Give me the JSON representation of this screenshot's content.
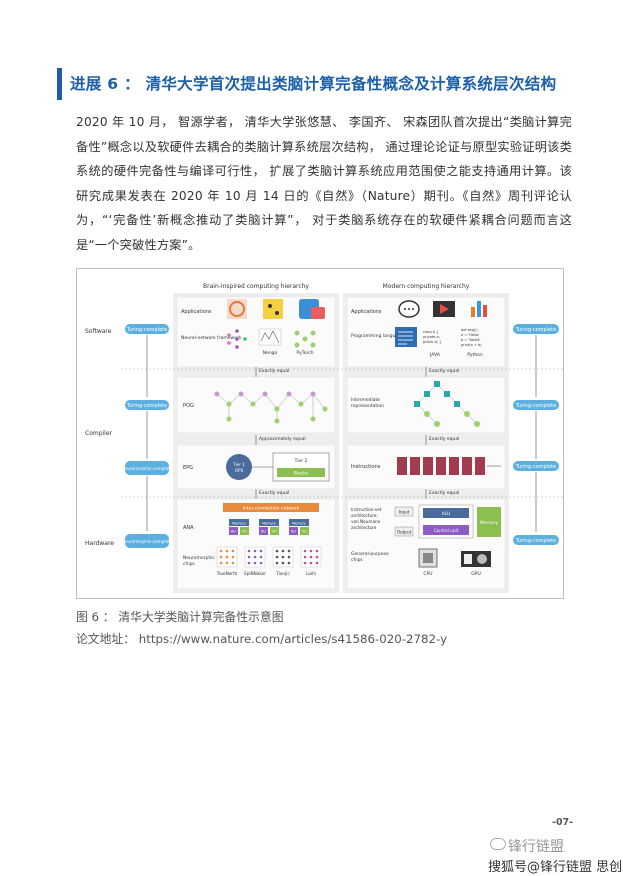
{
  "heading": "进展 6 ： 清华大学首次提出类脑计算完备性概念及计算系统层次结构",
  "paragraph": "2020 年 10 月， 智源学者， 清华大学张悠慧、 李国齐、 宋森团队首次提出“类脑计算完备性”概念以及软硬件去耦合的类脑计算系统层次结构， 通过理论论证与原型实验证明该类系统的硬件完备性与编译可行性， 扩展了类脑计算系统应用范围使之能支持通用计算。该研究成果发表在 2020 年 10 月 14 日的《自然》（Nature）期刊。《自然》周刊评论认为，“‘完备性’新概念推动了类脑计算”， 对于类脑系统存在的软硬件紧耦合问题而言这是“一个突破性方案”。",
  "figure": {
    "left_title": "Brain-inspired computing hierarchy",
    "right_title": "Modern computing hierarchy",
    "layers": {
      "software": "Software",
      "compiler": "Compiler",
      "hardware": "Hardware"
    },
    "left_badges": [
      "Turing-complete",
      "Turing-complete",
      "Neuromorphic-complete",
      "Neuromorphic-complete"
    ],
    "right_badges": [
      "Turing-complete",
      "Turing-complete",
      "Turing-complete",
      "Turing-complete"
    ],
    "equal_labels": [
      "Exactly equal",
      "Exactly equal",
      "Approximately equal",
      "Exactly equal",
      "Exactly equal",
      "Exactly equal"
    ],
    "left_rows": {
      "applications": "Applications",
      "nn_framework": "Neural-network framework",
      "nengo": "Nengo",
      "pytorch": "PyTorch",
      "pog": "POG",
      "epg": "EPG",
      "tier1": "Tier 1 OPS",
      "tier2": "Tier 2",
      "blocks": "Blocks",
      "ana": "ANA",
      "interconnect": "Inter-connection network",
      "memory": "Memory",
      "bu": "BU",
      "pu": "PU",
      "neuromorphic_chips": "Neuromorphic chips",
      "chips": [
        "TrueNorth",
        "SpiNNaker",
        "Tianjic",
        "Loihi"
      ]
    },
    "right_rows": {
      "applications": "Applications",
      "programming_language": "Programming language",
      "java": "JAVA",
      "python": "Python",
      "code1": "class A { private a; public b; }",
      "code2": "def seq(): a = 'Hello'; b = 'World'; print(a + b)",
      "ir": "Intermediate representation",
      "instructions": "Instructions",
      "isa": "Instruction-set architecture; von Neumann architecture",
      "input": "Input",
      "output": "Output",
      "alu": "ALU",
      "control": "Control unit",
      "memory": "Memory",
      "gp_chips": "General-purpose chips",
      "cpu": "CPU",
      "gpu": "GPU"
    }
  },
  "caption": "图 6 ： 清华大学类脑计算完备性示意图",
  "url": "论文地址： https://www.nature.com/articles/s41586-020-2782-y",
  "page_number": "-07-",
  "watermark_line1": "锋行链盟",
  "watermark_line2": "搜狐号@锋行链盟 思创网"
}
